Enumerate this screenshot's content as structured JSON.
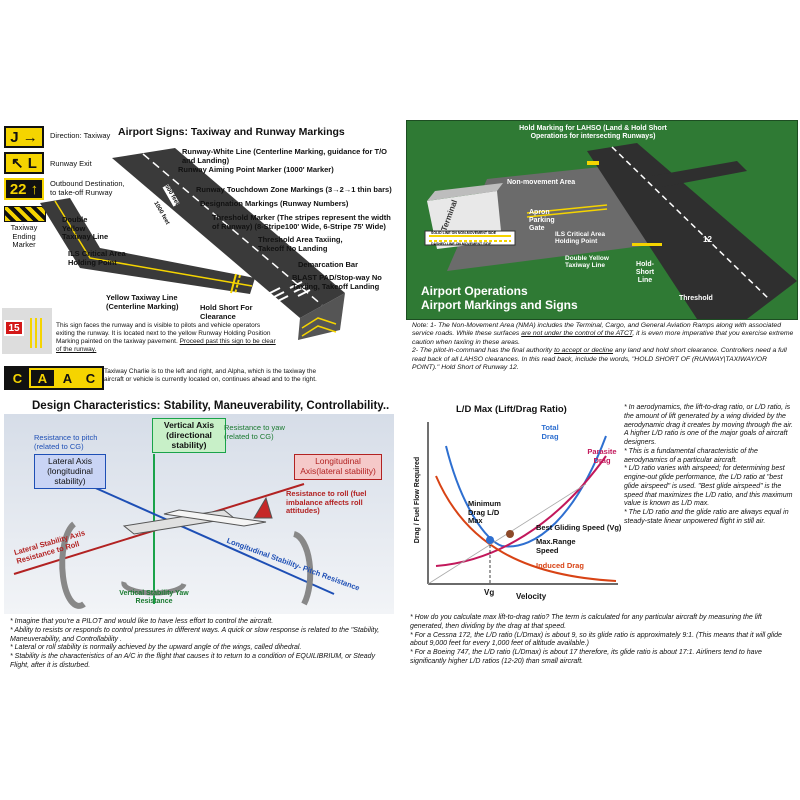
{
  "colors": {
    "sign_yellow": "#f5d400",
    "sign_red": "#d41818",
    "sign_black": "#111111",
    "radar_green": "#3c7a3c",
    "total_drag": "#2e6fd0",
    "parasite_drag": "#c2185b",
    "induced_drag": "#d84315"
  },
  "signs": {
    "j_sign": "J →",
    "l_sign": "↖ L",
    "twentytwo_sign": "22 ↑",
    "runway15": "15",
    "cat_c": "C",
    "cat_a": "A",
    "cat_a2": "A",
    "cat_c2": "C"
  },
  "sign_labels": {
    "direction": "Direction: Taxiway",
    "exit": "Runway Exit",
    "outbound": "Outbound Destination, to take-off Runway",
    "ending": "Taxiway Ending Marker",
    "holding_note_1": "This sign faces the runway and is visible to pilots and vehicle operators exiting the runway. It is located next to the yellow Runway Holding Position Marking painted on the taxiway pavement.",
    "holding_note_2": "Proceed past this sign to be clear of the runway.",
    "charlie_note": "Taxiway Charlie is to the left and right, and Alpha, which is the taxiway the aircraft or vehicle is currently located on, continues ahead and to the right."
  },
  "airport_signs": {
    "title": "Airport Signs: Taxiway and Runway Markings",
    "labels": [
      "Runway-White Line (Centerline Marking, guidance for T/O and Landing)",
      "Runway Aiming Point Marker (1000' Marker)",
      "Runway Touchdown Zone Markings (3→2→1 thin bars)",
      "Designation Markings (Runway Numbers)",
      "Threshold Marker (The stripes represent the width of Runway) (8-Stripe100' Wide, 6-Stripe 75' Wide)",
      "Threshold Area Taxiing, Takeoff No Landing",
      "Demarcation Bar",
      "BLAST PAD/Stop-way No Taxiing, Takeoff Landing",
      "Hold Short For Clearance",
      "Double Yellow Taxiway Line",
      "ILS Critical Area Holding Point",
      "Yellow Taxiway Line (Centerline Marking)"
    ],
    "runway_text": [
      "1000 feet",
      "500 feet"
    ]
  },
  "operations": {
    "title_1": "Airport Operations",
    "title_2": "Airport Markings and Signs",
    "hold_lahso": "Hold Marking for LAHSO (Land & Hold Short Operations for intersecting Runways)",
    "non_movement": "Non-movement Area",
    "terminal": "Terminal",
    "apron": "Apron Parking Gate",
    "ils": "ILS Critical Area Holding Point",
    "double_yellow": "Double Yellow Taxiway Line",
    "hold_short": "Hold-Short Line",
    "threshold": "Threshold",
    "legend_1": "SOLID LINE ON NON-MOVEMENT SIDE",
    "legend_2": "DASHED LINE ON MOVEMENT SIDE",
    "runway_num": "12"
  },
  "nma_note": {
    "p1_a": "Note: 1- The Non-Movement Area (NMA) includes the Terminal, Cargo, and General Aviation Ramps along with associated service roads. While these surfaces ",
    "p1_u": "are not under the control of the ATCT",
    "p1_b": ", it is even more imperative that you exercise extreme caution when taxiing in these areas.",
    "p2_a": "2- The pilot-in-command has the final authority ",
    "p2_u": "to accept or decline",
    "p2_b": " any land and hold short clearance. Controllers need a full read back of all LAHSO clearances. In this read back, include the words, \"HOLD SHORT OF (RUNWAY|TAXIWAY/OR POINT).\" Hold Short of Runway 12."
  },
  "design": {
    "title": "Design Characteristics: Stability, Maneuverability, Controllability..",
    "vertical_axis": "Vertical Axis (directional stability)",
    "resist_yaw": "Resistance to yaw (related to CG)",
    "resist_pitch": "Resistance to pitch (related to CG)",
    "lateral_axis": "Lateral Axis (longitudinal stability)",
    "longitudinal_axis": "Longitudinal Axis(lateral stability)",
    "resist_roll": "Resistance to roll (fuel imbalance affects roll attitudes)",
    "lateral_stab": "Lateral Stability Axis Resistance to Roll",
    "long_stab": "Longitudinal Stability- Pitch Resistance",
    "vert_stab": "Vertical Stability Yaw Resistance",
    "notes": [
      "* Imagine that you're a PILOT and would like to have less effort to control the aircraft.",
      "* Ability to resists or responds to control pressures in different ways. A quick or slow response is related to the \"Stability, Maneuverability, and Controllability .",
      "* Lateral or roll stability is normally achieved by the upward angle of the wings, called dihedral.",
      "* Stability is the characteristics of an A/C in the flight that causes it to return to a condition of EQUILIBRIUM, or Steady Flight, after it is disturbed."
    ]
  },
  "ld": {
    "title": "L/D Max (Lift/Drag Ratio)",
    "ylabel": "Drag / Fuel Flow Required",
    "xlabel": "Velocity",
    "vg": "Vg",
    "total": "Total Drag",
    "parasite": "Parasite Drag",
    "induced": "Induced Drag",
    "min_drag": "Minimum Drag L/D Max",
    "best_glide": "Best Gliding Speed (Vg)",
    "max_range": "Max.Range Speed",
    "side_notes": [
      "* In aerodynamics, the lift-to-drag ratio, or L/D ratio, is the amount of lift generated by a wing divided by the aerodynamic drag it creates by moving through the air. A higher L/D ratio is one of the major goals of aircraft designers.",
      "* This is a fundamental characteristic of the aerodynamics of a particular aircraft.",
      "* L/D ratio varies with airspeed; for determining best engine-out glide performance, the L/D ratio at \"best glide airspeed\" is used. \"Best glide airspeed\" is the speed that maximizes the L/D ratio, and this maximum value is known as L/D max.",
      "* The L/D ratio and the glide ratio are always equal in steady-state linear unpowered flight in still air."
    ],
    "bottom_notes": [
      "* How do you calculate max lift-to-drag ratio? The term is calculated for any particular aircraft by measuring the lift generated, then dividing by the drag at that speed.",
      "* For a Cessna 172, the L/D ratio (L/Dmax) is about 9, so its glide ratio is approximately 9:1. (This means that it will glide about 9,000 feet for every 1,000 feet of altitude available.)",
      "* For a Boeing 747, the L/D ratio (L/Dmax) is about 17 therefore, its glide ratio is about 17:1. Airliners tend to have significantly higher L/D ratios (12-20) than small aircraft."
    ]
  }
}
